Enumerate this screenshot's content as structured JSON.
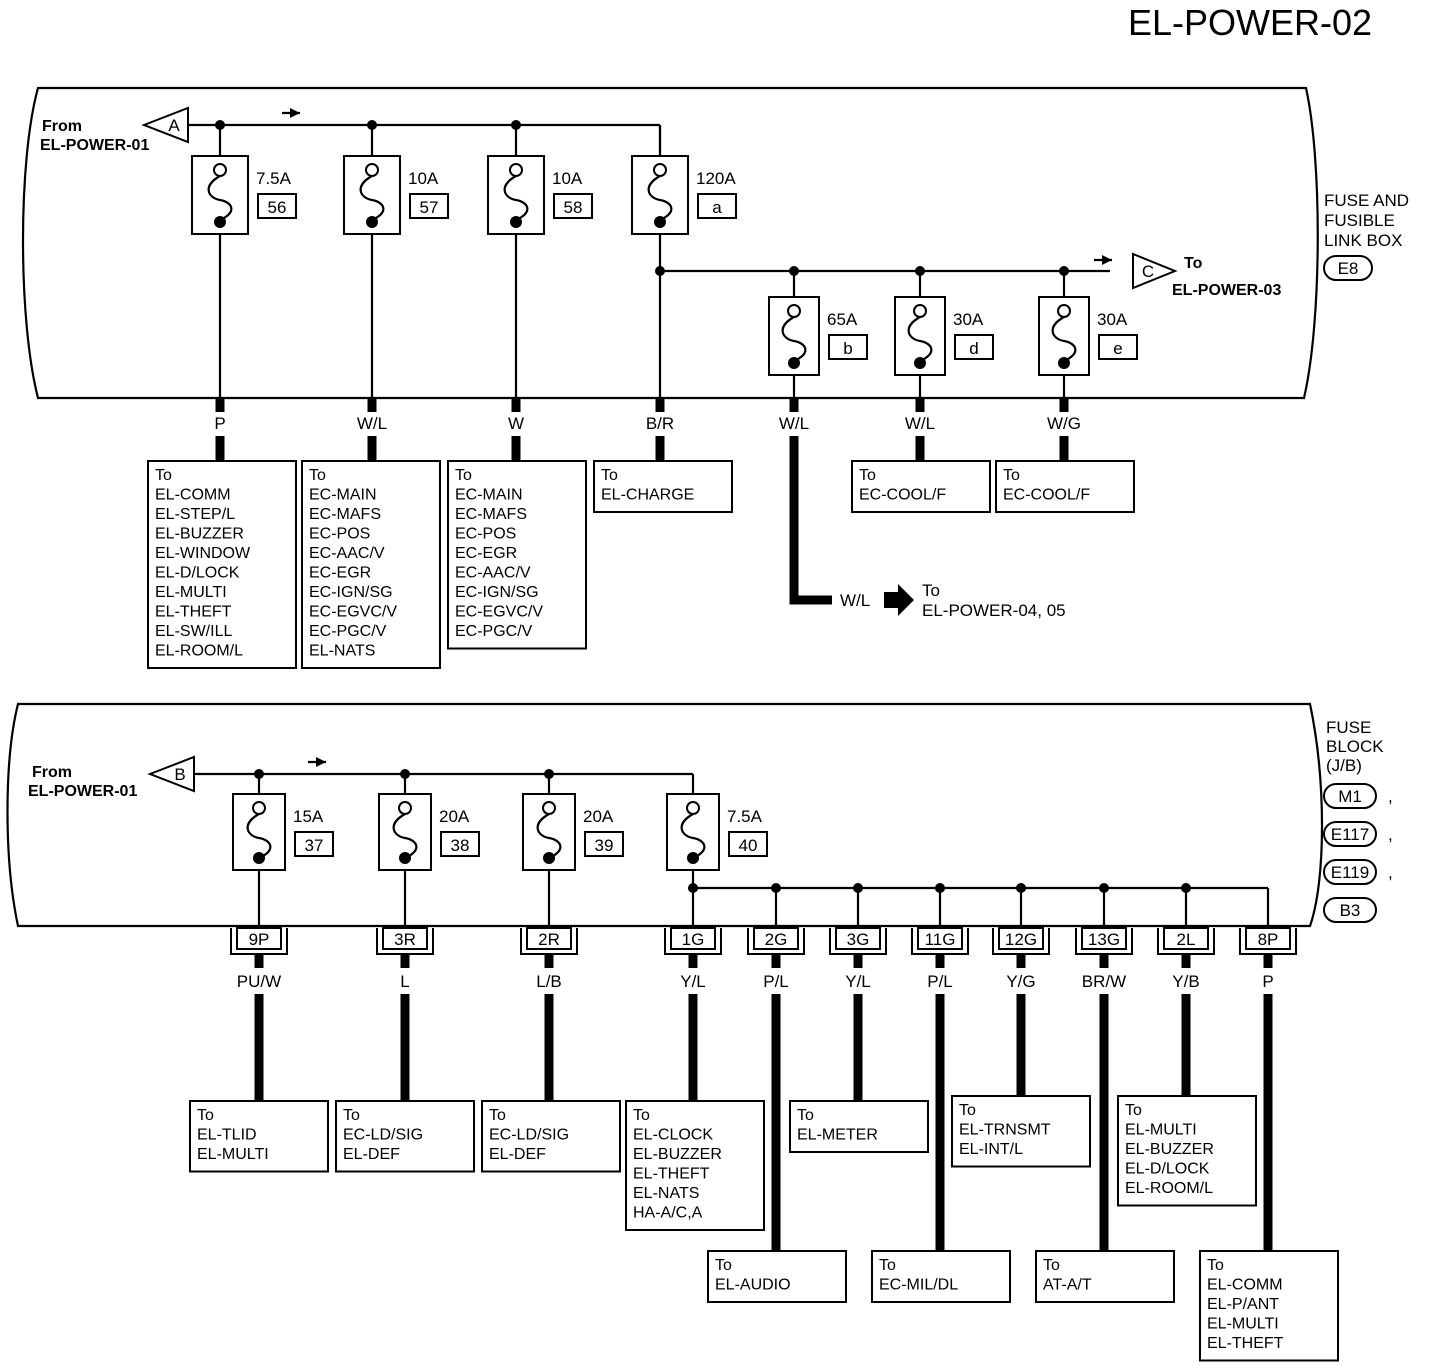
{
  "title": "EL-POWER-02",
  "top": {
    "box_label": [
      "FUSE AND",
      "FUSIBLE",
      "LINK BOX"
    ],
    "connector": "E8",
    "from_marker": "A",
    "from_label": [
      "From",
      "EL-POWER-01"
    ],
    "to_marker": "C",
    "to_label": [
      "To",
      "EL-POWER-03"
    ],
    "fuses": [
      {
        "rating": "7.5A",
        "id": "56",
        "wire": "P",
        "dest": [
          "To",
          "EL-COMM",
          "EL-STEP/L",
          "EL-BUZZER",
          "EL-WINDOW",
          "EL-D/LOCK",
          "EL-MULTI",
          "EL-THEFT",
          "EL-SW/ILL",
          "EL-ROOM/L"
        ]
      },
      {
        "rating": "10A",
        "id": "57",
        "wire": "W/L",
        "dest": [
          "To",
          "EC-MAIN",
          "EC-MAFS",
          "EC-POS",
          "EC-AAC/V",
          "EC-EGR",
          "EC-IGN/SG",
          "EC-EGVC/V",
          "EC-PGC/V",
          "EL-NATS"
        ]
      },
      {
        "rating": "10A",
        "id": "58",
        "wire": "W",
        "dest": [
          "To",
          "EC-MAIN",
          "EC-MAFS",
          "EC-POS",
          "EC-EGR",
          "EC-AAC/V",
          "EC-IGN/SG",
          "EC-EGVC/V",
          "EC-PGC/V"
        ]
      },
      {
        "rating": "120A",
        "id": "a",
        "wire": "B/R",
        "dest": [
          "To",
          "EL-CHARGE"
        ]
      },
      {
        "rating": "65A",
        "id": "b",
        "wire": "W/L",
        "dest": []
      },
      {
        "rating": "30A",
        "id": "d",
        "wire": "W/L",
        "dest": [
          "To",
          "EC-COOL/F"
        ]
      },
      {
        "rating": "30A",
        "id": "e",
        "wire": "W/G",
        "dest": [
          "To",
          "EC-COOL/F"
        ]
      }
    ],
    "branch_out": {
      "wire": "W/L",
      "dest": [
        "To",
        "EL-POWER-04, 05"
      ]
    }
  },
  "bottom": {
    "box_label": [
      "FUSE",
      "BLOCK",
      "(J/B)"
    ],
    "connectors": [
      "M1",
      "E117",
      "E119",
      "B3"
    ],
    "from_marker": "B",
    "from_label": [
      "From",
      "EL-POWER-01"
    ],
    "fuses": [
      {
        "rating": "15A",
        "id": "37"
      },
      {
        "rating": "20A",
        "id": "38"
      },
      {
        "rating": "20A",
        "id": "39"
      },
      {
        "rating": "7.5A",
        "id": "40"
      }
    ],
    "terminals": [
      {
        "term": "9P",
        "wire": "PU/W",
        "dest": [
          "To",
          "EL-TLID",
          "EL-MULTI"
        ]
      },
      {
        "term": "3R",
        "wire": "L",
        "dest": [
          "To",
          "EC-LD/SIG",
          "EL-DEF"
        ]
      },
      {
        "term": "2R",
        "wire": "L/B",
        "dest": [
          "To",
          "EC-LD/SIG",
          "EL-DEF"
        ]
      },
      {
        "term": "1G",
        "wire": "Y/L",
        "dest": [
          "To",
          "EL-CLOCK",
          "EL-BUZZER",
          "EL-THEFT",
          "EL-NATS",
          "HA-A/C,A"
        ]
      },
      {
        "term": "2G",
        "wire": "P/L",
        "dest": [
          "To",
          "EL-AUDIO"
        ]
      },
      {
        "term": "3G",
        "wire": "Y/L",
        "dest": [
          "To",
          "EL-METER"
        ]
      },
      {
        "term": "11G",
        "wire": "P/L",
        "dest": [
          "To",
          "EC-MIL/DL"
        ]
      },
      {
        "term": "12G",
        "wire": "Y/G",
        "dest": [
          "To",
          "EL-TRNSMT",
          "EL-INT/L"
        ]
      },
      {
        "term": "13G",
        "wire": "BR/W",
        "dest": [
          "To",
          "AT-A/T"
        ]
      },
      {
        "term": "2L",
        "wire": "Y/B",
        "dest": [
          "To",
          "EL-MULTI",
          "EL-BUZZER",
          "EL-D/LOCK",
          "EL-ROOM/L"
        ]
      },
      {
        "term": "8P",
        "wire": "P",
        "dest": [
          "To",
          "EL-COMM",
          "EL-P/ANT",
          "EL-MULTI",
          "EL-THEFT"
        ]
      }
    ]
  }
}
